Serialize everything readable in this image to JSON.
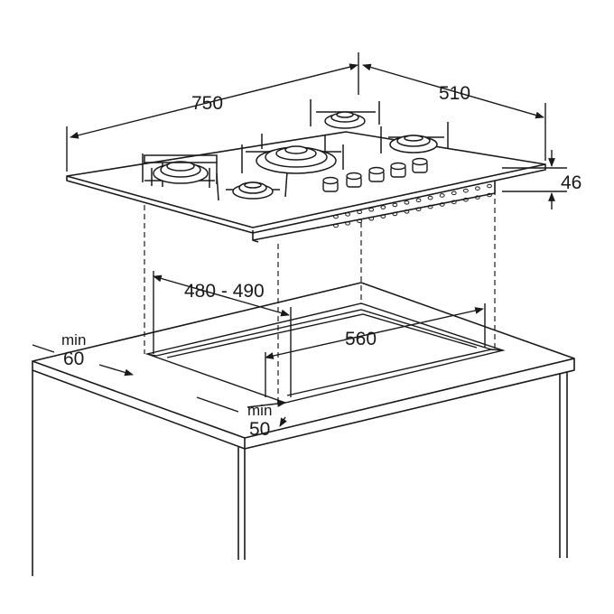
{
  "dimensions": {
    "width": "750",
    "depth": "510",
    "height": "46",
    "cutout_depth": "480 - 490",
    "cutout_width": "560",
    "min_label_back": "min",
    "min_back_value": "60",
    "min_label_front": "min",
    "min_front_value": "50"
  },
  "colors": {
    "line": "#1a1a1a",
    "background": "#ffffff"
  }
}
